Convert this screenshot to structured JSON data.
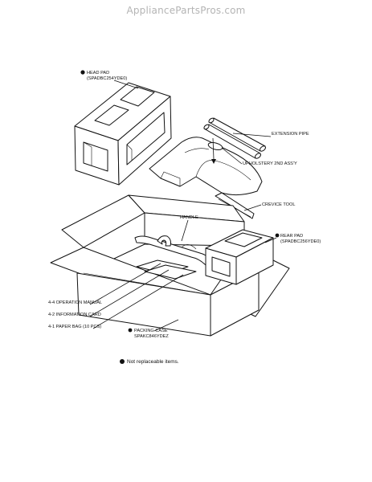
{
  "watermark": "AppliancePartsPros.com",
  "parts": {
    "head_pad": {
      "name": "HEAD PAD",
      "code": "(SPADBC254YDE0)"
    },
    "extension_pipe": "EXTENSION PIPE",
    "upholstery": "UPHOLSTERY 2ND ASS'Y",
    "crevice_tool": "CREVICE TOOL",
    "handle": "HANDLE",
    "rear_pad": {
      "name": "REAR PAD",
      "code": "(SPADBC256YDE0)"
    },
    "operation_manual": "4-4 OPERATION MANUAL",
    "information_card": "4-2 INFORMATION CARD",
    "paper_bag": "4-1 PAPER BAG (10 PCS)",
    "packing_case": {
      "name": "PACKING CASE",
      "code": "SPAKC846YDEZ"
    }
  },
  "legend": {
    "text": "Not replaceable items."
  }
}
